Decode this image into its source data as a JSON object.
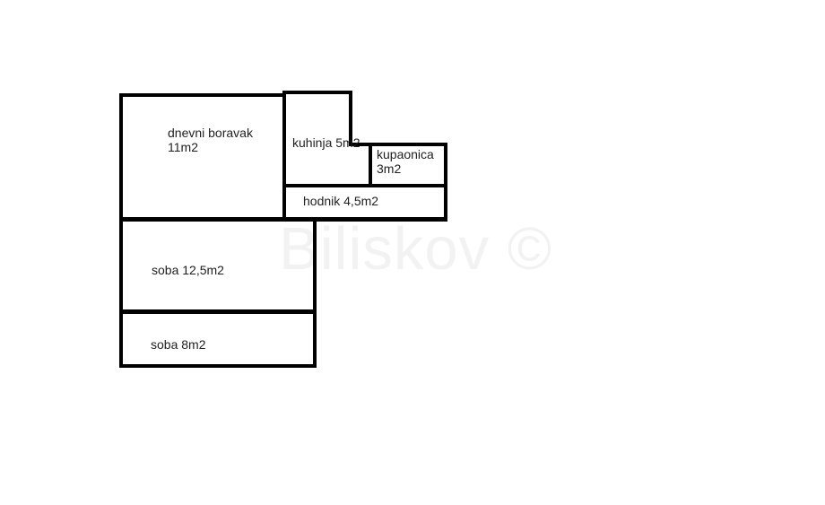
{
  "watermark": {
    "text": "Biliskov ©"
  },
  "rooms": {
    "dnevni_boravak": {
      "name": "dnevni boravak",
      "area": "11m2"
    },
    "kuhinja": {
      "label": "kuhinja 5m2"
    },
    "kupaonica": {
      "name": "kupaonica",
      "area": "3m2"
    },
    "hodnik": {
      "label": "hodnik 4,5m2"
    },
    "soba_velika": {
      "label": "soba 12,5m2"
    },
    "soba_mala": {
      "label": "soba 8m2"
    }
  },
  "colors": {
    "wall": "#000000",
    "label_text": "#1f1f1f",
    "watermark": "#f2f2f2",
    "background": "#ffffff"
  }
}
